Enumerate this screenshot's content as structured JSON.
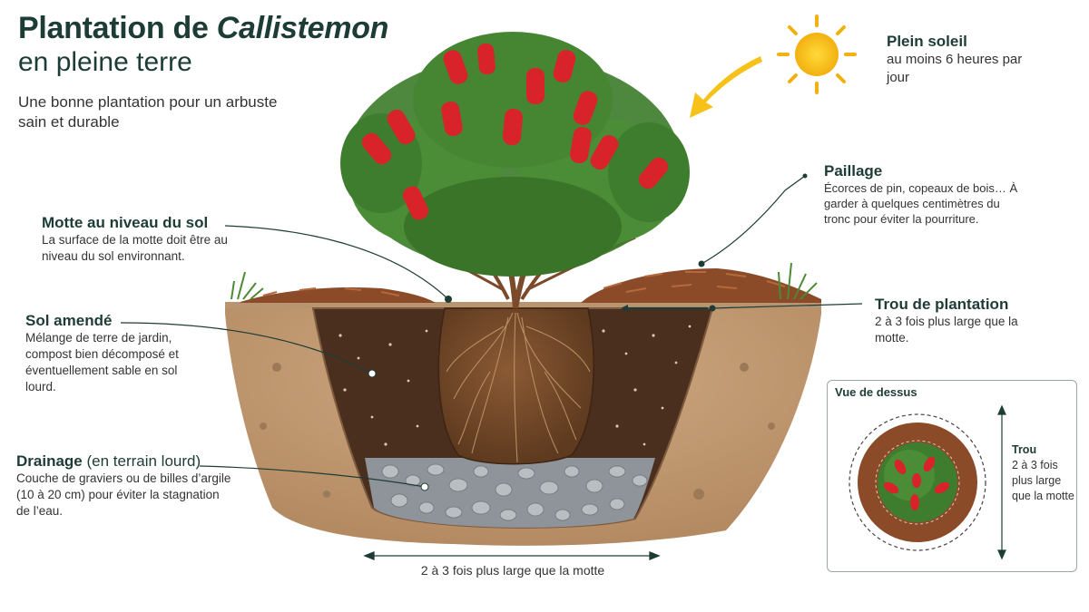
{
  "header": {
    "title_prefix": "Plantation de ",
    "title_italic": "Callistemon",
    "title_line2": "en pleine terre",
    "subtitle": "Une bonne plantation pour un arbuste sain et durable"
  },
  "labels": {
    "motte": {
      "title": "Motte au niveau du sol",
      "text": "La surface de la motte doit être au niveau du sol environnant."
    },
    "sol": {
      "title": "Sol amendé",
      "text": "Mélange de terre de jardin, compost bien décomposé et éventuellement sable en sol lourd."
    },
    "drainage": {
      "title": "Drainage",
      "title_note": "(en terrain lourd)",
      "text": "Couche de graviers ou de billes d’argile (10 à 20 cm) pour éviter la stagnation de l’eau."
    },
    "soleil": {
      "title": "Plein soleil",
      "text": "au moins 6 heures par jour"
    },
    "paillage": {
      "title": "Paillage",
      "text": "Écorces de pin, copeaux de bois… À garder à quelques centimètres du tronc pour éviter la pourriture."
    },
    "trou": {
      "title": "Trou de plantation",
      "text": "2 à 3 fois plus large que la motte."
    }
  },
  "bottom_dimension": "2 à 3 fois plus large que la motte",
  "top_view": {
    "title": "Vue de dessus",
    "label_title": "Trou",
    "label_text": "2 à 3 fois plus large que la motte"
  },
  "colors": {
    "heading": "#1d3c35",
    "soil": "#c7a27b",
    "amended_soil": "#4a2f1f",
    "rootball": "#7a4a2a",
    "gravel": "#a7adb1",
    "mulch": "#8b4a28",
    "foliage": "#3f7d2e",
    "flower": "#d8232a",
    "sun": "#f6c21a"
  },
  "icons": [
    "sun-icon",
    "sun-arrow-icon",
    "shrub-illustration",
    "topview-shrub-icon"
  ]
}
